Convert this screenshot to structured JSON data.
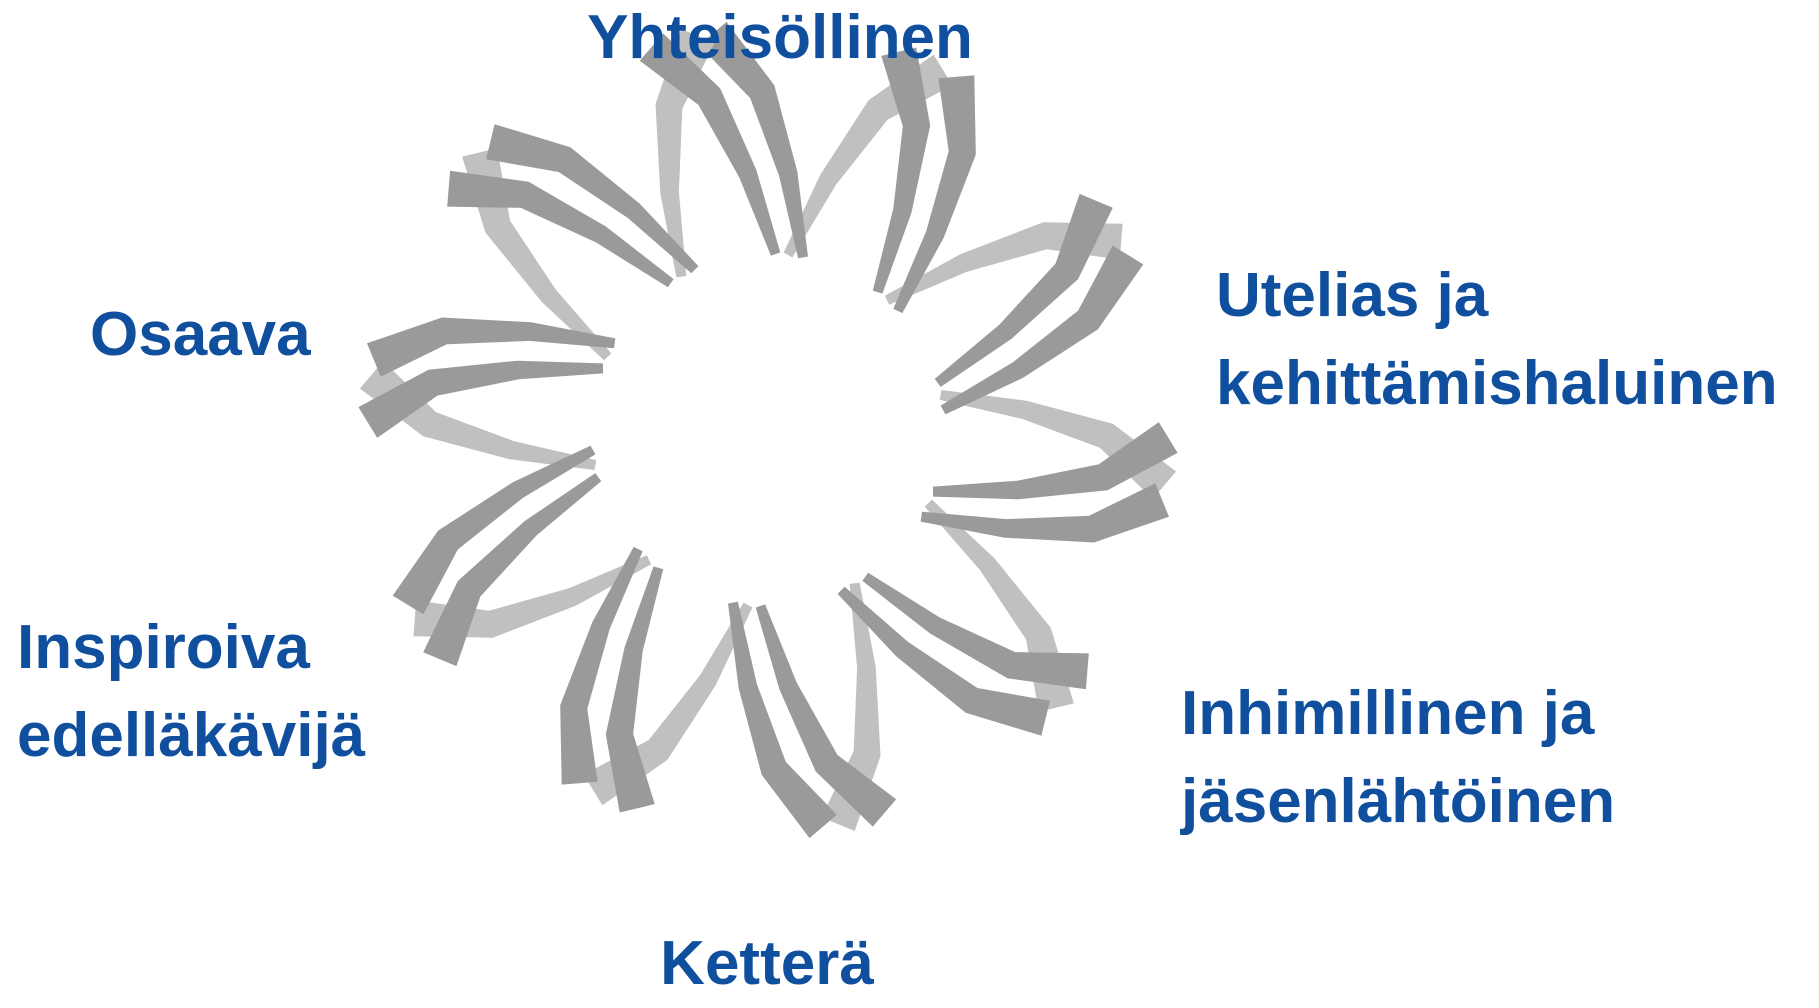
{
  "values": {
    "top": "Yhteisöllinen",
    "top_right": [
      "Utelias ja",
      "kehittämishaluinen"
    ],
    "bottom_right": [
      "Inhimillinen ja",
      "jäsenlähtöinen"
    ],
    "bottom": "Ketterä",
    "bottom_left": [
      "Inspiroiva",
      "edelläkävijä"
    ],
    "top_left": "Osaava"
  },
  "colors": {
    "label_text": "#0f4f9e",
    "ribbon_dark": "#9a9a9a",
    "ribbon_light": "#c0c0c0",
    "background": "#ffffff"
  }
}
